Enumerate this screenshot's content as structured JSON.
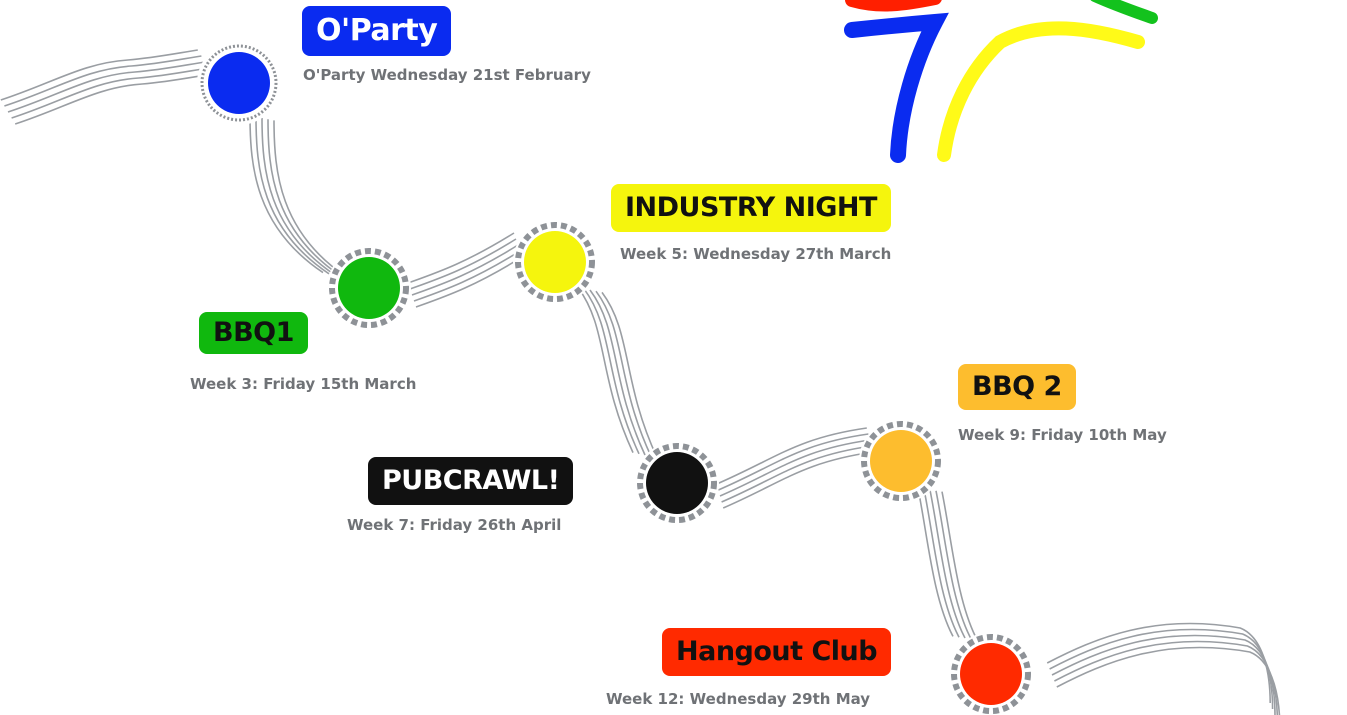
{
  "events": [
    {
      "id": "oparty",
      "title": "O'Party",
      "date": "O'Party Wednesday 21st February",
      "color": "#0a2bf0",
      "text_color": "#ffffff"
    },
    {
      "id": "bbq1",
      "title": "BBQ1",
      "date": "Week 3: Friday 15th March",
      "color": "#10b80e",
      "text_color": "#111111"
    },
    {
      "id": "industry",
      "title": "INDUSTRY NIGHT",
      "date": "Week 5: Wednesday 27th March",
      "color": "#f5f50d",
      "text_color": "#111111"
    },
    {
      "id": "pubcrawl",
      "title": "PUBCRAWL!",
      "date": "Week 7: Friday 26th April",
      "color": "#111111",
      "text_color": "#ffffff"
    },
    {
      "id": "bbq2",
      "title": "BBQ 2",
      "date": "Week 9: Friday 10th May",
      "color": "#fdbd2e",
      "text_color": "#111111"
    },
    {
      "id": "hangout",
      "title": "Hangout Club",
      "date": "Week 12: Wednesday 29th May",
      "color": "#ff2a00",
      "text_color": "#111111"
    }
  ],
  "colors": {
    "path_lines": "#9a9ea3",
    "node_ring": "#8e9297",
    "date_text": "#6f7276"
  },
  "logo": {
    "strokes": [
      "red",
      "green",
      "blue",
      "yellow"
    ]
  }
}
